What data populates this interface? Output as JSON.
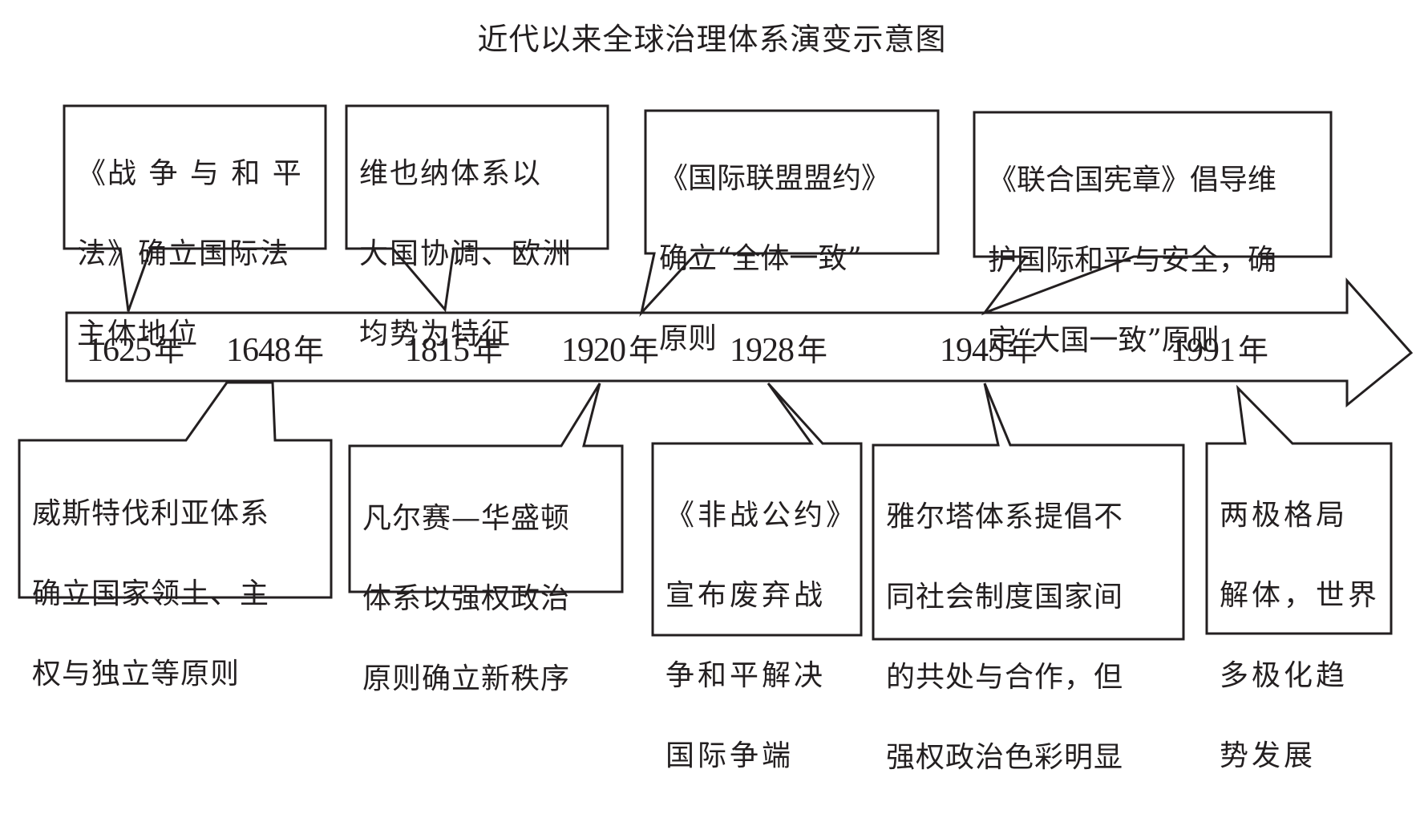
{
  "title": "近代以来全球治理体系演变示意图",
  "timeline": {
    "years": [
      "1625",
      "1648",
      "1815",
      "1920",
      "1928",
      "1945",
      "1991"
    ],
    "year_suffix": "年"
  },
  "upper_events": [
    {
      "year": "1625",
      "text": "《战争与和平法》确立国际法主体地位",
      "lines": [
        "《战 争 与 和 平",
        "法》确立国际法",
        "主体地位"
      ]
    },
    {
      "year": "1815",
      "text": "维也纳体系以大国协调、欧洲均势为特征",
      "lines": [
        "维也纳体系以",
        "大国协调、欧洲",
        "均势为特征"
      ]
    },
    {
      "year": "1920",
      "text": "《国际联盟盟约》确立“全体一致”原则",
      "lines": [
        "《国际联盟盟约》",
        "确立“全体一致”",
        "原则"
      ]
    },
    {
      "year": "1945",
      "text": "《联合国宪章》倡导维护国际和平与安全，确定“大国一致”原则",
      "lines": [
        "《联合国宪章》倡导维",
        "护国际和平与安全，确",
        "定“大国一致”原则"
      ]
    }
  ],
  "lower_events": [
    {
      "year": "1648",
      "text": "威斯特伐利亚体系确立国家领土、主权与独立等原则",
      "lines": [
        "威斯特伐利亚体系",
        "确立国家领土、主",
        "权与独立等原则"
      ]
    },
    {
      "year": "1920",
      "text": "凡尔赛—华盛顿体系以强权政治原则确立新秩序",
      "lines": [
        "凡尔赛—华盛顿",
        "体系以强权政治",
        "原则确立新秩序"
      ]
    },
    {
      "year": "1928",
      "text": "《非战公约》宣布废弃战争和平解决国际争端",
      "lines": [
        "《非战公约》",
        "宣布废弃战",
        "争和平解决",
        "国际争端"
      ]
    },
    {
      "year": "1945",
      "text": "雅尔塔体系提倡不同社会制度国家间的共处与合作，但强权政治色彩明显",
      "lines": [
        "雅尔塔体系提倡不",
        "同社会制度国家间",
        "的共处与合作，但",
        "强权政治色彩明显"
      ]
    },
    {
      "year": "1991",
      "text": "两极格局解体，世界多极化趋势发展",
      "lines": [
        "两极格局",
        "解体，世界",
        "多极化趋",
        "势发展"
      ]
    }
  ]
}
